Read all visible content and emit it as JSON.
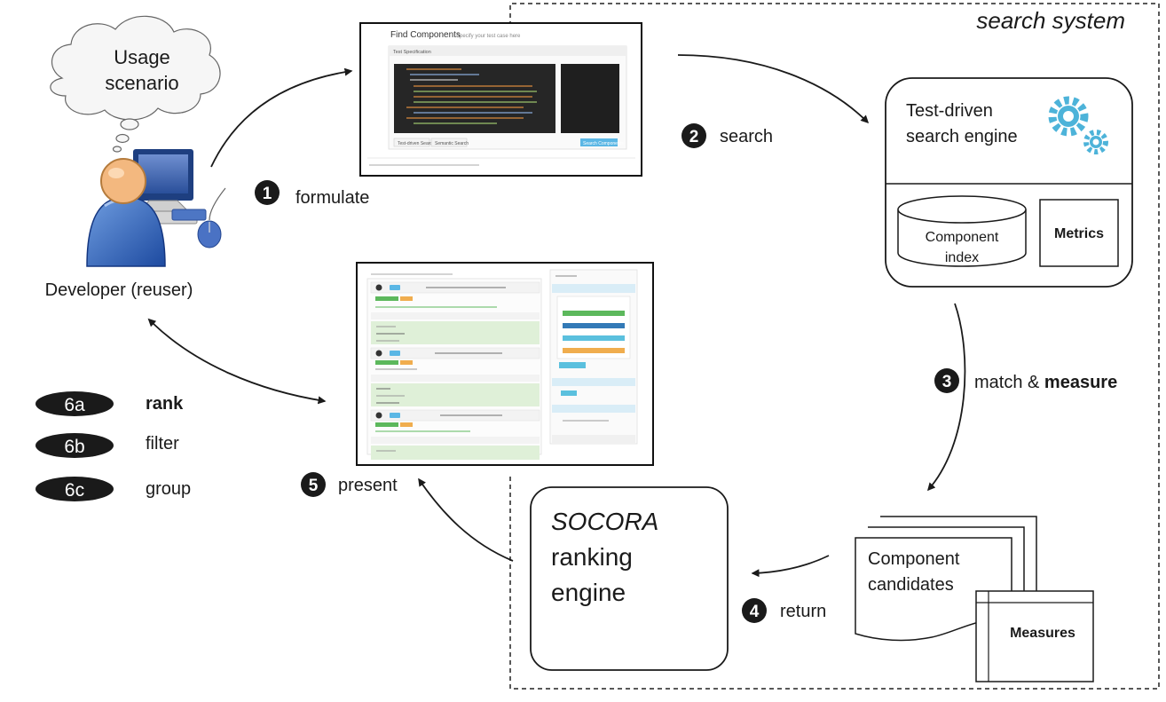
{
  "search_system": {
    "label": "search system"
  },
  "developer": {
    "label": "Developer (reuser)"
  },
  "usage_scenario": {
    "line1": "Usage",
    "line2": "scenario"
  },
  "steps": {
    "s1": {
      "num": "1",
      "label": "formulate"
    },
    "s2": {
      "num": "2",
      "label": "search"
    },
    "s3": {
      "num": "3",
      "label_regular": "match & ",
      "label_bold": "measure"
    },
    "s4": {
      "num": "4",
      "label": "return"
    },
    "s5": {
      "num": "5",
      "label": "present"
    }
  },
  "actions": [
    {
      "tag": "6a",
      "label": "rank"
    },
    {
      "tag": "6b",
      "label": "filter"
    },
    {
      "tag": "6c",
      "label": "group"
    }
  ],
  "search_engine": {
    "line1": "Test-driven",
    "line2": "search engine",
    "index_line1": "Component",
    "index_line2": "index",
    "metrics": "Metrics"
  },
  "candidates": {
    "line1": "Component",
    "line2": "candidates",
    "measures": "Measures"
  },
  "ranking": {
    "line1": "SOCORA",
    "line2": "ranking",
    "line3": "engine"
  },
  "find_components_screen": {
    "title": "Find Components",
    "subtitle": "Specify your test case here",
    "panel_title": "Test Specification",
    "btn_test_driven": "Test-driven Search",
    "btn_semantic": "Semantic Search",
    "btn_search": "Search Components"
  },
  "colors": {
    "ink": "#1a1a1a",
    "gear": "#4db3d9",
    "editor_bg": "#262626"
  }
}
